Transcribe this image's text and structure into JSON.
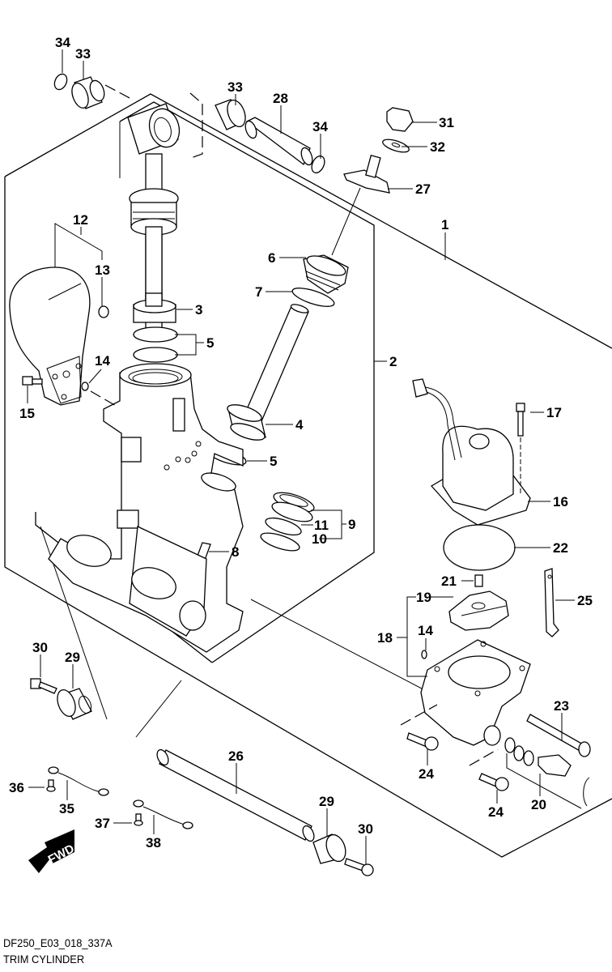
{
  "diagram": {
    "model_code": "DF250_E03_018_337A",
    "title": "TRIM CYLINDER",
    "direction_badge": "FWD",
    "callouts": [
      {
        "id": "c1",
        "number": "1"
      },
      {
        "id": "c2",
        "number": "2"
      },
      {
        "id": "c3",
        "number": "3"
      },
      {
        "id": "c4",
        "number": "4"
      },
      {
        "id": "c5a",
        "number": "5"
      },
      {
        "id": "c5b",
        "number": "5"
      },
      {
        "id": "c6",
        "number": "6"
      },
      {
        "id": "c7",
        "number": "7"
      },
      {
        "id": "c8",
        "number": "8"
      },
      {
        "id": "c9",
        "number": "9"
      },
      {
        "id": "c10",
        "number": "10"
      },
      {
        "id": "c11",
        "number": "11"
      },
      {
        "id": "c12",
        "number": "12"
      },
      {
        "id": "c13",
        "number": "13"
      },
      {
        "id": "c14a",
        "number": "14"
      },
      {
        "id": "c14b",
        "number": "14"
      },
      {
        "id": "c15",
        "number": "15"
      },
      {
        "id": "c16",
        "number": "16"
      },
      {
        "id": "c17",
        "number": "17"
      },
      {
        "id": "c18",
        "number": "18"
      },
      {
        "id": "c19",
        "number": "19"
      },
      {
        "id": "c20",
        "number": "20"
      },
      {
        "id": "c21",
        "number": "21"
      },
      {
        "id": "c22",
        "number": "22"
      },
      {
        "id": "c23",
        "number": "23"
      },
      {
        "id": "c24a",
        "number": "24"
      },
      {
        "id": "c24b",
        "number": "24"
      },
      {
        "id": "c25",
        "number": "25"
      },
      {
        "id": "c26",
        "number": "26"
      },
      {
        "id": "c27",
        "number": "27"
      },
      {
        "id": "c28",
        "number": "28"
      },
      {
        "id": "c29a",
        "number": "29"
      },
      {
        "id": "c29b",
        "number": "29"
      },
      {
        "id": "c30a",
        "number": "30"
      },
      {
        "id": "c30b",
        "number": "30"
      },
      {
        "id": "c31",
        "number": "31"
      },
      {
        "id": "c32",
        "number": "32"
      },
      {
        "id": "c33a",
        "number": "33"
      },
      {
        "id": "c33b",
        "number": "33"
      },
      {
        "id": "c34a",
        "number": "34"
      },
      {
        "id": "c34b",
        "number": "34"
      },
      {
        "id": "c35",
        "number": "35"
      },
      {
        "id": "c36",
        "number": "36"
      },
      {
        "id": "c37",
        "number": "37"
      },
      {
        "id": "c38",
        "number": "38"
      }
    ]
  }
}
